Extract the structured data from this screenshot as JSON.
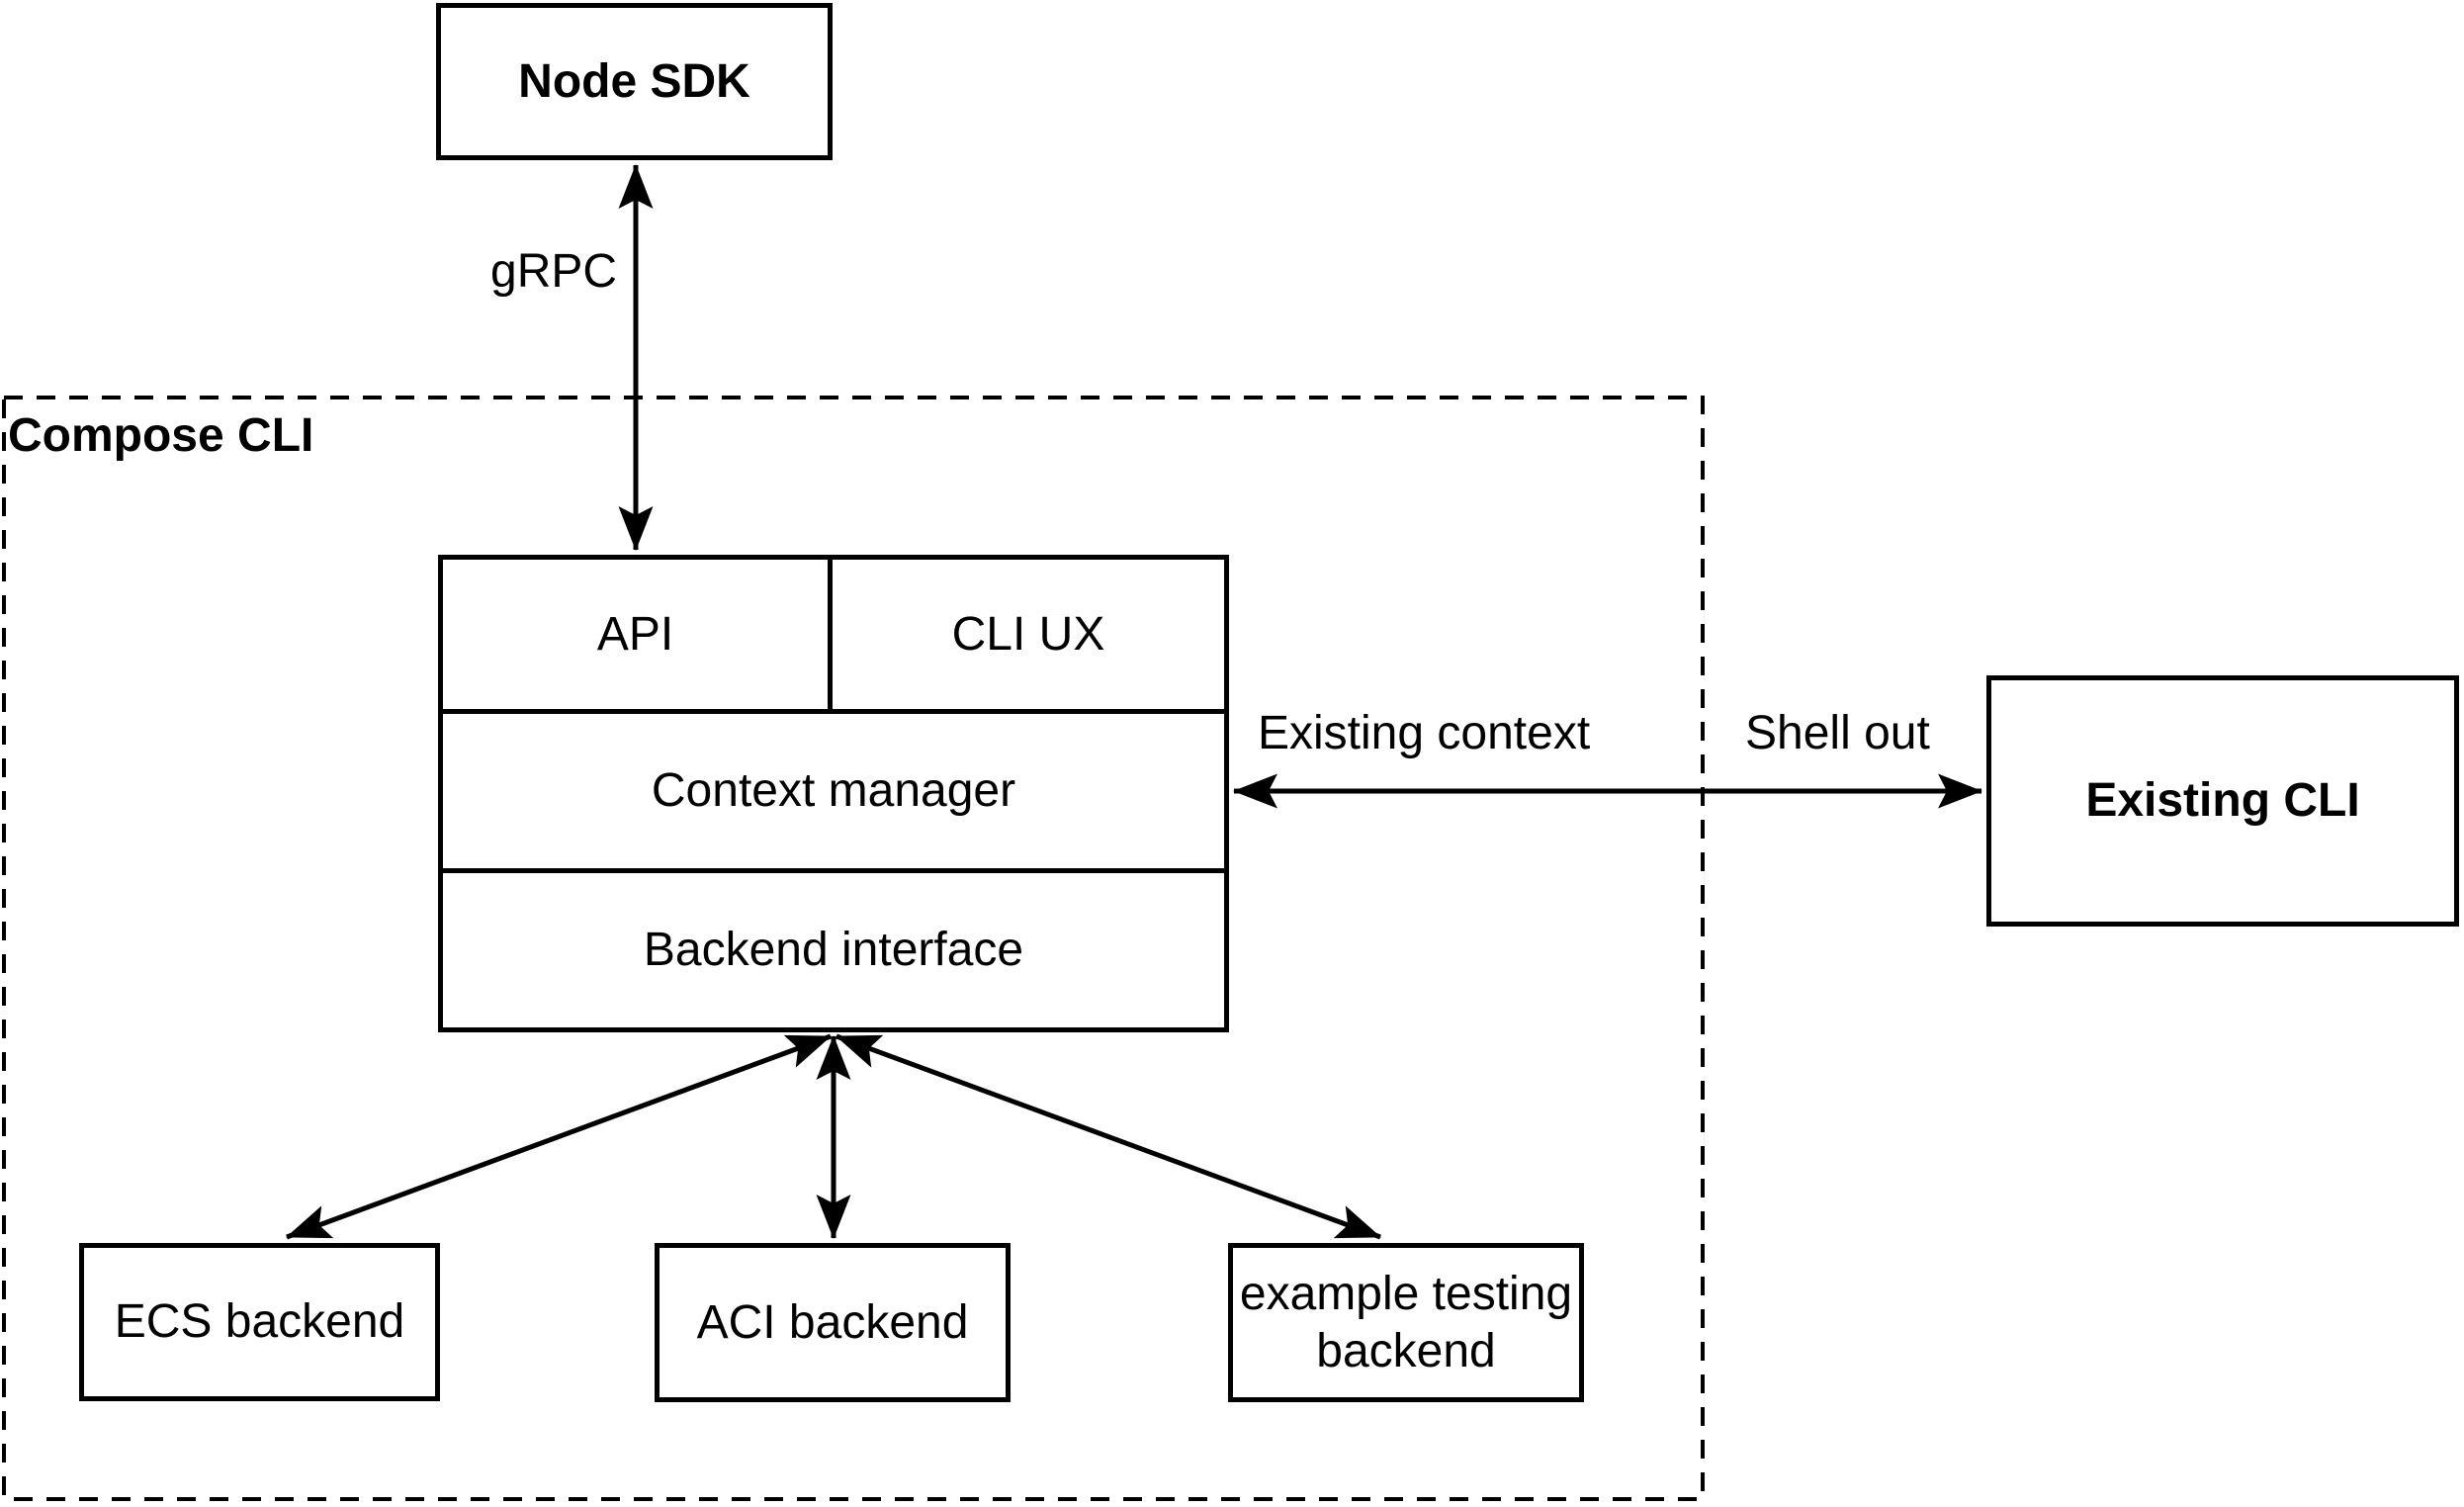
{
  "diagram": {
    "container_label": "Compose CLI",
    "nodes": {
      "node_sdk": "Node SDK",
      "api": "API",
      "cli_ux": "CLI UX",
      "context_manager": "Context manager",
      "backend_interface": "Backend interface",
      "existing_cli": "Existing CLI",
      "ecs_backend": "ECS backend",
      "aci_backend": "ACI backend",
      "example_backend": "example testing backend"
    },
    "edge_labels": {
      "grpc": "gRPC",
      "existing_context": "Existing context",
      "shell_out": "Shell out"
    },
    "colors": {
      "stroke": "#000000",
      "background": "#ffffff"
    }
  }
}
